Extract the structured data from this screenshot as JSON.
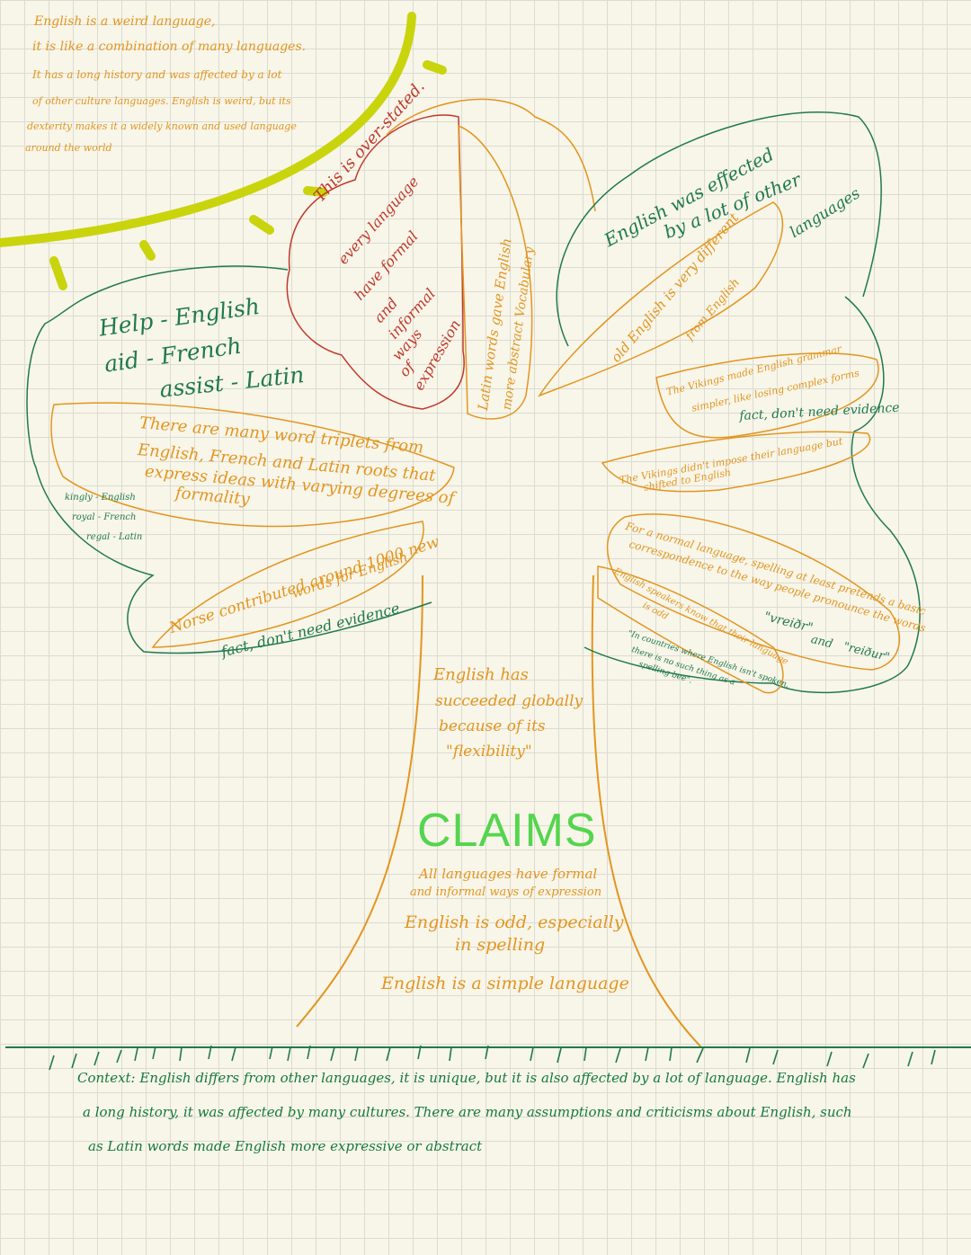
{
  "colors": {
    "sun": "#c9d40c",
    "orange": "#e2961f",
    "green": "#1f7a4d",
    "red": "#c0392b",
    "claims": "#54d54e",
    "context": "#157a3c",
    "paper": "#f8f5e9",
    "grid": "#dcdcd2"
  },
  "intro": {
    "line1": "English is a weird language,",
    "line2": "it is like a combination of many languages.",
    "line3": "It has a long history and was affected by a lot",
    "line4": "of other culture languages. English is weird, but its",
    "line5": "dexterity makes it a widely known and used language",
    "line6": "around the world"
  },
  "red_leaf": {
    "line1": "This is over-stated.",
    "line2": "every language",
    "line3": "have formal",
    "line4": "and",
    "line5": "informal",
    "line6": "ways",
    "line7": "of",
    "line8": "expression"
  },
  "latin_leaf": {
    "line1": "Latin words gave English",
    "line2": "more abstract Vocabulary"
  },
  "top_right_leaf": {
    "line1": "English was effected",
    "line2": "by a lot of other",
    "line3": "languages"
  },
  "old_english_leaf": {
    "line1": "old English is very different",
    "line2": "from English"
  },
  "vikings_leaf_1": {
    "line1": "The Vikings made English grammar",
    "line2": "simpler, like losing complex forms",
    "note": "fact, don't need evidence"
  },
  "vikings_leaf_2": {
    "line1": "The Vikings didn't impose their language but",
    "line2": "shifted to English"
  },
  "spelling_leaf": {
    "line1": "For a normal language, spelling at least pretends a basic",
    "line2": "correspondence to the way people pronounce the words",
    "example1": "\"vreiðr\"",
    "and": "and",
    "example2": "\"reiður\""
  },
  "odd_leaf": {
    "line1": "English speakers know that their language",
    "line2": "is odd"
  },
  "bee_quote": {
    "line1": "\"In countries where English isn't spoken,",
    "line2": "there is no such thing as a",
    "line3": "spelling bee\"."
  },
  "left_leaf": {
    "help": "Help - English",
    "aid": "aid - French",
    "assist": "assist - Latin"
  },
  "triplets_leaf": {
    "line1": "There are many word triplets from",
    "line2": "English, French and Latin roots that",
    "line3": "express ideas with varying degrees of",
    "line4": "formality"
  },
  "kingly": {
    "line1": "kingly - English",
    "line2": "royal - French",
    "line3": "regal - Latin"
  },
  "norse_leaf": {
    "line1": "Norse contributed around 1000 new",
    "line2": "words for English",
    "note": "fact, don't need evidence"
  },
  "trunk": {
    "line1": "English has",
    "line2": "succeeded globally",
    "line3": "because of its",
    "line4": "\"flexibility\""
  },
  "claims": {
    "heading": "CLAIMS",
    "c1_line1": "All languages have formal",
    "c1_line2": "and informal ways of expression",
    "c2_line1": "English is odd, especially",
    "c2_line2": "in spelling",
    "c3": "English is a simple language"
  },
  "context": {
    "line1": "Context: English differs from other languages, it is unique, but it is also affected by a lot of language. English has",
    "line2": "a long history, it was affected by many cultures. There are many assumptions and criticisms about English, such",
    "line3": "as Latin words made English more expressive or abstract"
  }
}
